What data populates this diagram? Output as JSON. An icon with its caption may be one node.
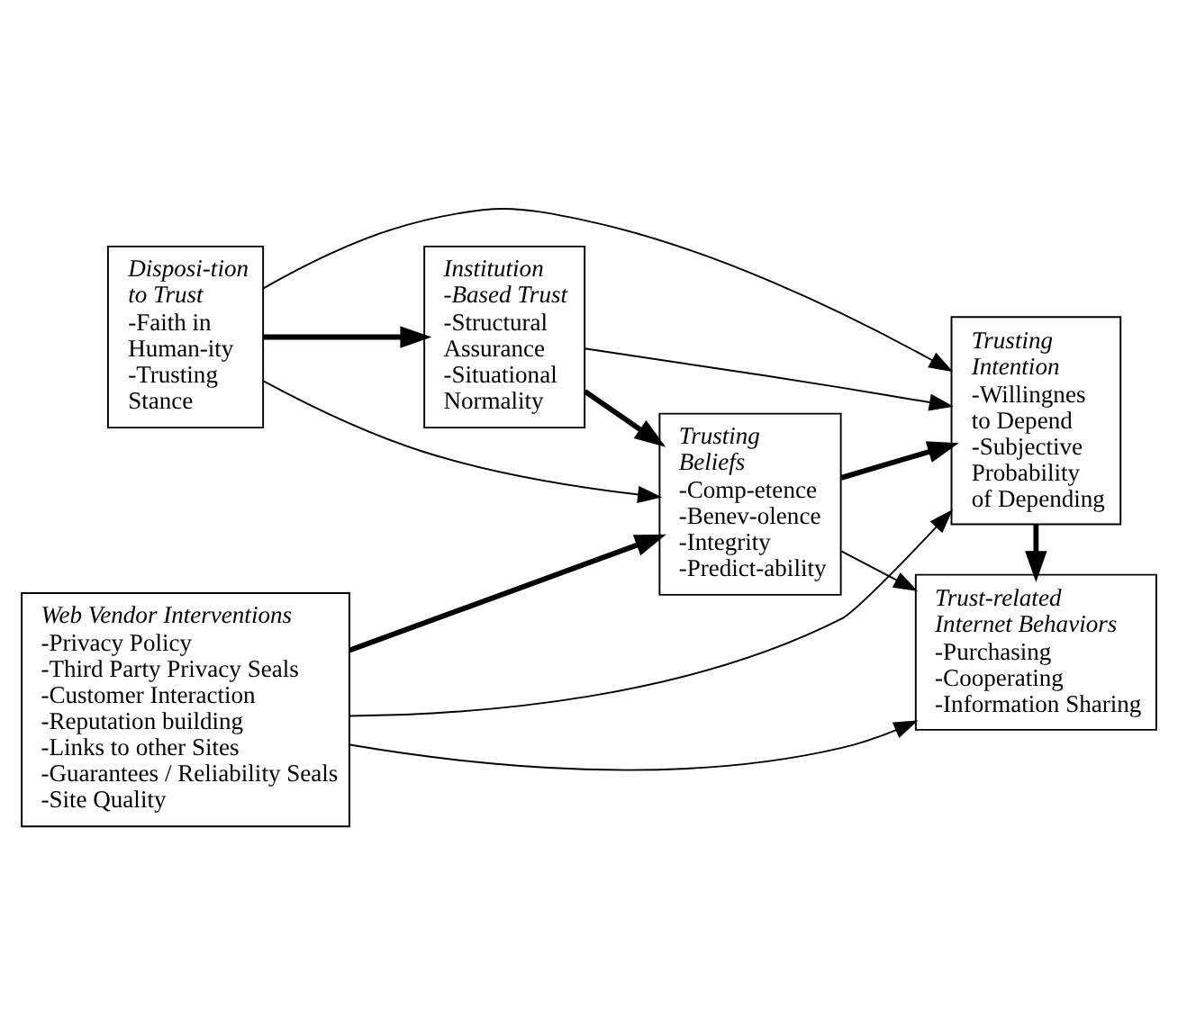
{
  "diagram": {
    "nodes": [
      {
        "text": [
          "Disposi-tion to Trust",
          "-Faith in Human-ity",
          "-Trusting Stance"
        ]
      },
      {
        "text": [
          "Institution -Based Trust",
          "-Structural Assurance",
          "-Situational Normality"
        ]
      },
      {
        "text": [
          "Trusting Beliefs",
          "-Comp-etence",
          "-Benev-olence",
          "-Integrity",
          "-Predict-ability"
        ]
      },
      {
        "text": [
          "Trusting Intention",
          "-Willingnes to Depend",
          "-Subjective Probability of Depending"
        ]
      },
      {
        "text": [
          "Web Vendor Interventions",
          "-Privacy Policy",
          "-Third Party Privacy Seals",
          "-Customer Interaction",
          "-Reputation building",
          "-Links to other Sites",
          "-Guarantees / Reliability Seals",
          "-Site Quality"
        ]
      },
      {
        "text": [
          "Trust-related Internet Behaviors",
          "-Purchasing",
          "-Cooperating",
          "-Information Sharing"
        ]
      }
    ],
    "edges": [
      {
        "from": 0,
        "to": 3,
        "arrow": "to"
      },
      {
        "from": 0,
        "to": 2,
        "arrow": "to"
      },
      {
        "from": 0,
        "to": 1,
        "arrow": "to",
        "style": "thick"
      },
      {
        "from": 1,
        "to": 2,
        "arrow": "to",
        "style": "thick"
      },
      {
        "from": 2,
        "to": 3,
        "arrow": "to",
        "style": "thick"
      },
      {
        "from": 1,
        "to": 3,
        "arrow": "to"
      },
      {
        "from": 2,
        "to": 5,
        "arrow": "to"
      },
      {
        "from": 4,
        "to": 2,
        "arrow": "to",
        "style": "thick"
      },
      {
        "from": 4,
        "to": 3,
        "arrow": "to"
      },
      {
        "from": 4,
        "to": 5,
        "arrow": "to"
      },
      {
        "from": 3,
        "to": 5,
        "arrow": "to",
        "style": "thick"
      }
    ]
  }
}
